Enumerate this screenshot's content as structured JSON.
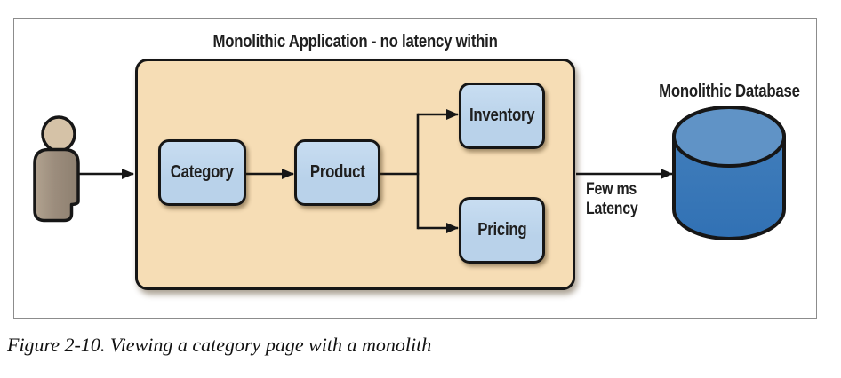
{
  "figure_caption": "Figure 2-10. Viewing a category page with a monolith",
  "diagram": {
    "title": "Monolithic Application - no latency within",
    "nodes": {
      "category": "Category",
      "product": "Product",
      "inventory": "Inventory",
      "pricing": "Pricing"
    },
    "latency": {
      "line1": "Few ms",
      "line2": "Latency"
    },
    "database_label": "Monolithic Database"
  },
  "colors": {
    "monolith_fill": "#f6ddb5",
    "node_fill": "#b9d2ea",
    "outline": "#161616",
    "db_top": "#6093c6",
    "db_body": "#3171b4",
    "person_head": "#d5c2a7",
    "person_body": "#9c8d7d",
    "person_body_light": "#b2a390",
    "frame_border": "#8c8c8c"
  }
}
